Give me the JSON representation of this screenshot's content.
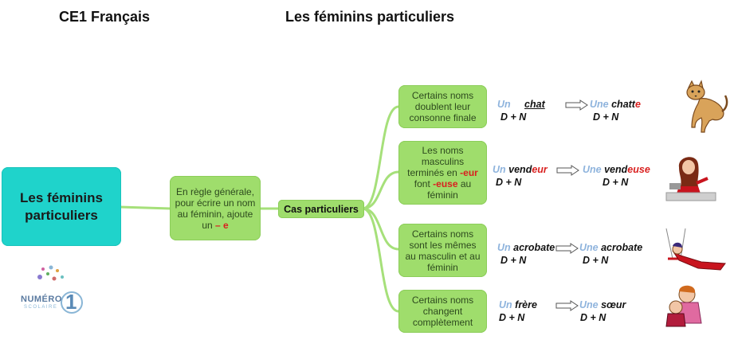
{
  "header": {
    "left_title": "CE1 Français",
    "center_title": "Les féminins particuliers"
  },
  "main_node": {
    "line1": "Les féminins",
    "line2": "particuliers"
  },
  "general_rule": {
    "text": "En règle générale, pour écrire un nom au féminin, ajoute un ",
    "suffix": "– e"
  },
  "cas_node": {
    "label": "Cas particuliers"
  },
  "cases": [
    {
      "text": "Certains noms doublent leur consonne finale"
    },
    {
      "text_a": "Les noms masculins terminés en ",
      "red_a": "-eur",
      "text_b": " font ",
      "red_b": "-euse",
      "text_c": " au féminin"
    },
    {
      "text": "Certains noms sont les mêmes au masculin et au féminin"
    },
    {
      "text": "Certains noms changent complètement"
    }
  ],
  "examples": [
    {
      "art_m": "Un",
      "noun_m": "chat",
      "art_f": "Une",
      "noun_f_stem": "chatt",
      "noun_f_end": "e",
      "dn_m": "D  +   N",
      "dn_f": "D  +   N"
    },
    {
      "art_m": "Un",
      "noun_m_stem": "vend",
      "noun_m_end": "eur",
      "art_f": "Une",
      "noun_f_stem": "vend",
      "noun_f_end": "euse",
      "dn_m": "D  +   N",
      "dn_f": "D  +   N"
    },
    {
      "art_m": "Un",
      "noun_m": "acrobate",
      "art_f": "Une",
      "noun_f": "acrobate",
      "dn_m": "D  +  N",
      "dn_f": "D  +  N"
    },
    {
      "art_m": "Un",
      "noun_m": "frère",
      "art_f": "Une",
      "noun_f": "sœur",
      "dn_m": "D + N",
      "dn_f": "D    +    N"
    }
  ],
  "logo": {
    "line1": "NUMÉRO",
    "digit": "1",
    "line2": "SCOLAIRE"
  },
  "icons": [
    "cat-icon",
    "saleswoman-icon",
    "acrobat-icon",
    "siblings-icon",
    "arrow-right-icon"
  ],
  "colors": {
    "main": "#1fd3cb",
    "green": "#9fdd6c",
    "connector": "#a6e07a",
    "red": "#d9201f",
    "article": "#8fb4dd"
  }
}
